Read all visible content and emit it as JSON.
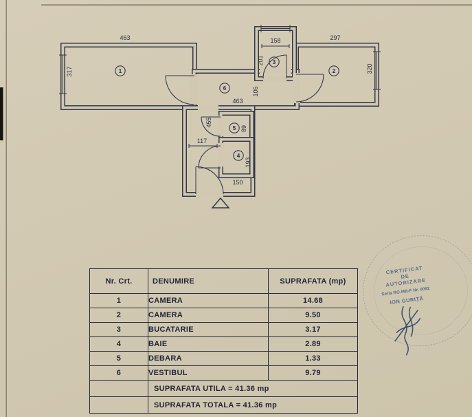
{
  "page": {
    "background": "#d1c8b1",
    "ink": "#333849",
    "stamp_color": "#4a6388"
  },
  "plan": {
    "room_numbers": {
      "r1": "1",
      "r2": "2",
      "r3": "3",
      "r4": "4",
      "r5": "5",
      "r6": "6"
    },
    "dims": {
      "room1_width": "463",
      "room1_depth": "317",
      "room2_width": "297",
      "room2_depth": "320",
      "kitchen_width": "158",
      "kitchen_depth": "201",
      "vestibule_width": "463",
      "vestibule_depth": "106",
      "hall_length": "455",
      "hall_width": "117",
      "debara_depth": "89",
      "bath_depth": "193",
      "bath_width": "150"
    }
  },
  "table": {
    "headers": {
      "nr": "Nr. Crt.",
      "name": "DENUMIRE",
      "area": "SUPRAFATA (mp)"
    },
    "rows": [
      {
        "nr": "1",
        "name": "CAMERA",
        "area": "14.68"
      },
      {
        "nr": "2",
        "name": "CAMERA",
        "area": "9.50"
      },
      {
        "nr": "3",
        "name": "BUCATARIE",
        "area": "3.17"
      },
      {
        "nr": "4",
        "name": "BAIE",
        "area": "2.89"
      },
      {
        "nr": "5",
        "name": "DEBARA",
        "area": "1.33"
      },
      {
        "nr": "6",
        "name": "VESTIBUL",
        "area": "9.79"
      }
    ],
    "footer_utila": "SUPRAFATA UTILA = 41.36 mp",
    "footer_totala": "SUPRAFATA TOTALA = 41.36 mp"
  },
  "stamp": {
    "line1": "CERTIFICAT",
    "line2": "DE",
    "line3": "AUTORIZARE",
    "line4": "Seria RO-MB-F Nr. 0092",
    "line5": "ION GURIŢĂ"
  }
}
